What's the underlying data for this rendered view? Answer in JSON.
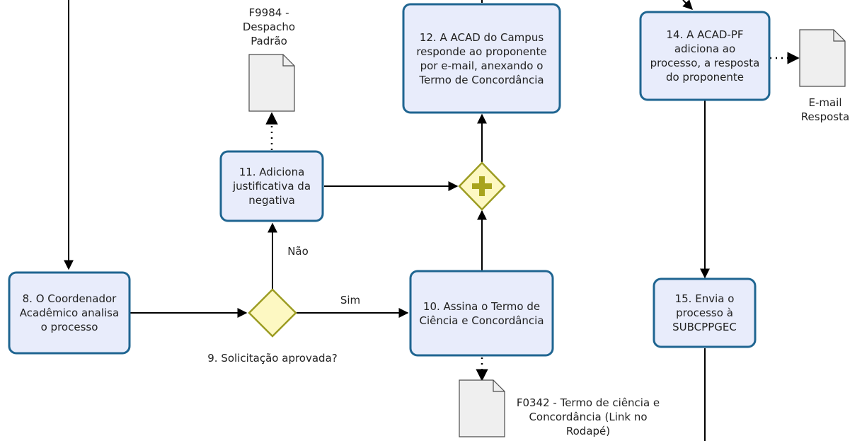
{
  "tasks": {
    "t8": {
      "label": "8. O Coordenador Acadêmico analisa o processo"
    },
    "t10": {
      "label": "10. Assina o Termo de Ciência e Concordância"
    },
    "t11": {
      "label": "11. Adiciona justificativa da negativa"
    },
    "t12": {
      "label": "12. A ACAD do Campus responde ao proponente por e-mail, anexando o Termo de Concordância"
    },
    "t14": {
      "label": "14. A ACAD-PF adiciona ao processo, a resposta do proponente"
    },
    "t15": {
      "label": "15. Envia o processo à SUBCPPGEC"
    }
  },
  "gateways": {
    "g9": {
      "label": "9. Solicitação aprovada?",
      "yes_label": "Sim",
      "no_label": "Não"
    }
  },
  "documents": {
    "f9984": {
      "line1": "F9984 -",
      "line2": "Despacho",
      "line3": "Padrão"
    },
    "f0342": {
      "line1": "F0342 - Termo de ciência e",
      "line2": "Concordância (Link no",
      "line3": "Rodapé)"
    },
    "email": {
      "line1": "E-mail",
      "line2": "Resposta"
    }
  },
  "colors": {
    "task_fill": "#e8ecfb",
    "task_stroke": "#1f6591",
    "gateway_fill": "#fdf8c2",
    "gateway_stroke": "#9c9c22"
  }
}
